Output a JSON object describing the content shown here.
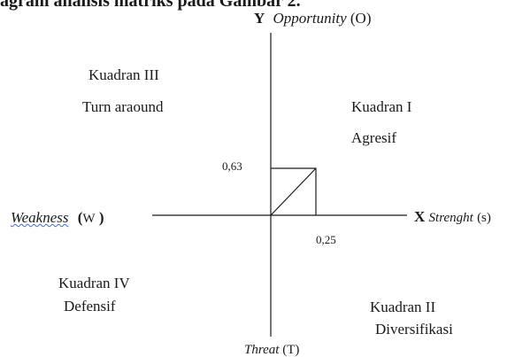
{
  "heading": "agram analisis matriks pada Gambar 2.",
  "y_axis": {
    "letter": "Y",
    "name": "Opportunity",
    "abbr": "(O)",
    "bottom_name": "Threat",
    "bottom_abbr": "(T)"
  },
  "x_axis": {
    "letter": "X",
    "name": "Strenght",
    "abbr": "(s)",
    "left_name": "Weakness",
    "left_abbr_open": "(",
    "left_abbr_letter": "W",
    "left_abbr_close": ")"
  },
  "quadrants": {
    "q1": {
      "name": "Kuadran I",
      "strategy": "Agresif"
    },
    "q2": {
      "name": "Kuadran II",
      "strategy": "Diversifikasi"
    },
    "q3": {
      "name": "Kuadran III",
      "strategy": "Turn araound"
    },
    "q4": {
      "name": "Kuadran IV",
      "strategy": "Defensif"
    }
  },
  "point": {
    "x_label": "0,25",
    "y_label": "0,63",
    "x": 0.25,
    "y": 0.63
  },
  "colors": {
    "line": "#1a1a1a",
    "text": "#1a1a1a",
    "spellcheck": "#3b6fe0"
  }
}
